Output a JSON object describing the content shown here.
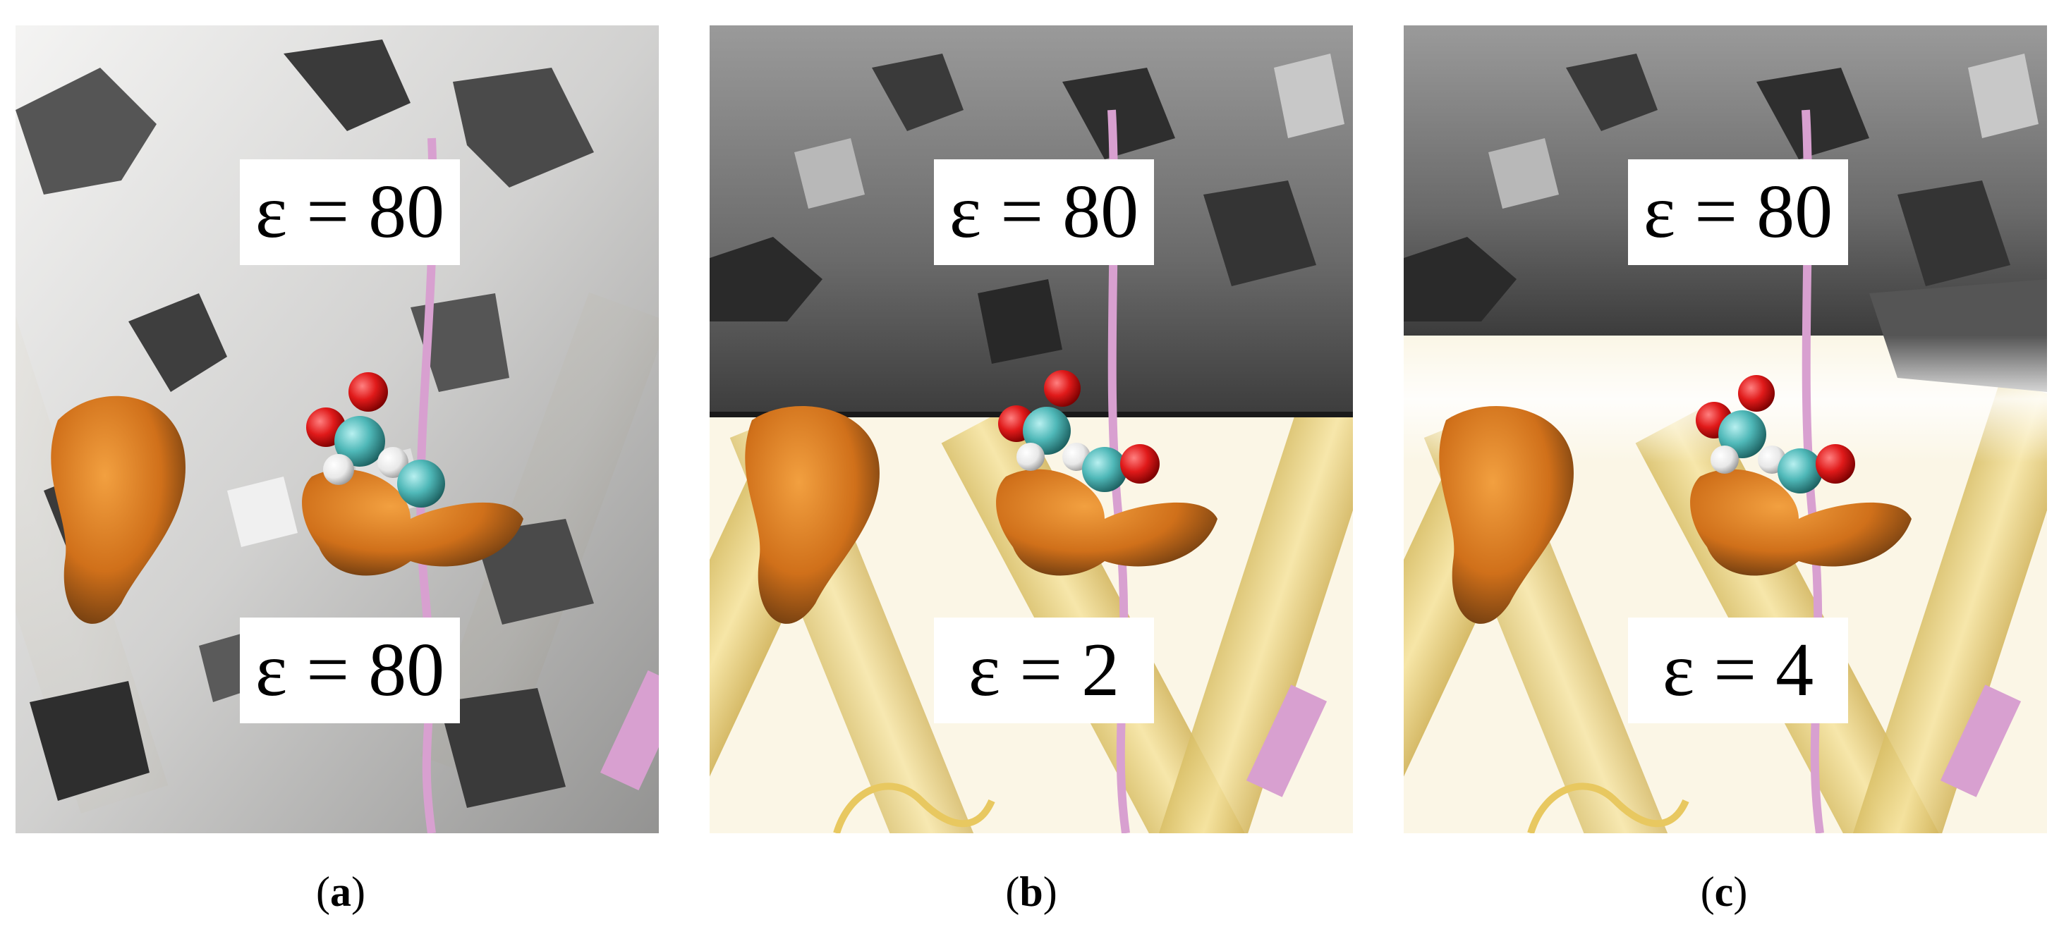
{
  "panels": [
    {
      "id": "a",
      "caption_letter": "a",
      "top_label": "ε = 80",
      "bottom_label": "ε = 80",
      "surface": "light-grey-surface"
    },
    {
      "id": "b",
      "caption_letter": "b",
      "top_label": "ε = 80",
      "bottom_label": "ε = 2",
      "surface": "dark-grey-surface"
    },
    {
      "id": "c",
      "caption_letter": "c",
      "top_label": "ε = 80",
      "bottom_label": "ε = 4",
      "surface": "dark-grey-surface"
    }
  ],
  "colors": {
    "protein_helix": "#f0d98a",
    "rna_strand": "#d8a0d0",
    "surface_light": "#dcdcdc",
    "surface_dark": "#6a6a6a",
    "hotspot_orange": "#d9781c",
    "atom_carbon": "#4fb8b8",
    "atom_oxygen": "#d42020",
    "atom_hydrogen": "#f4f4f4"
  }
}
